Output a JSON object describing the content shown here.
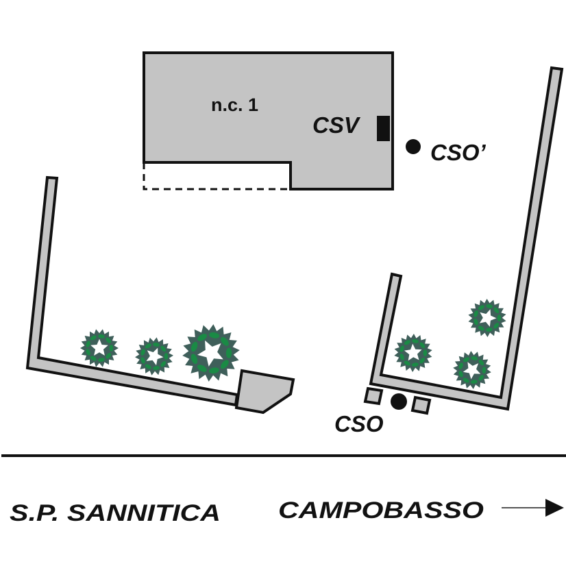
{
  "building": {
    "label": "n.c. 1"
  },
  "points": {
    "csv": "CSV",
    "cso_prime": "CSO’",
    "cso": "CSO"
  },
  "road": {
    "name": "S.P. SANNITICA",
    "direction": "CAMPOBASSO"
  },
  "icons": {
    "tree": "tree-icon",
    "arrow": "arrow-right-icon",
    "point": "dot-marker-icon"
  },
  "colors": {
    "fill_gray": "#c4c4c4",
    "stroke": "#111111",
    "tree_dark": "#3f5f5a",
    "tree_light": "#1a8a45"
  }
}
